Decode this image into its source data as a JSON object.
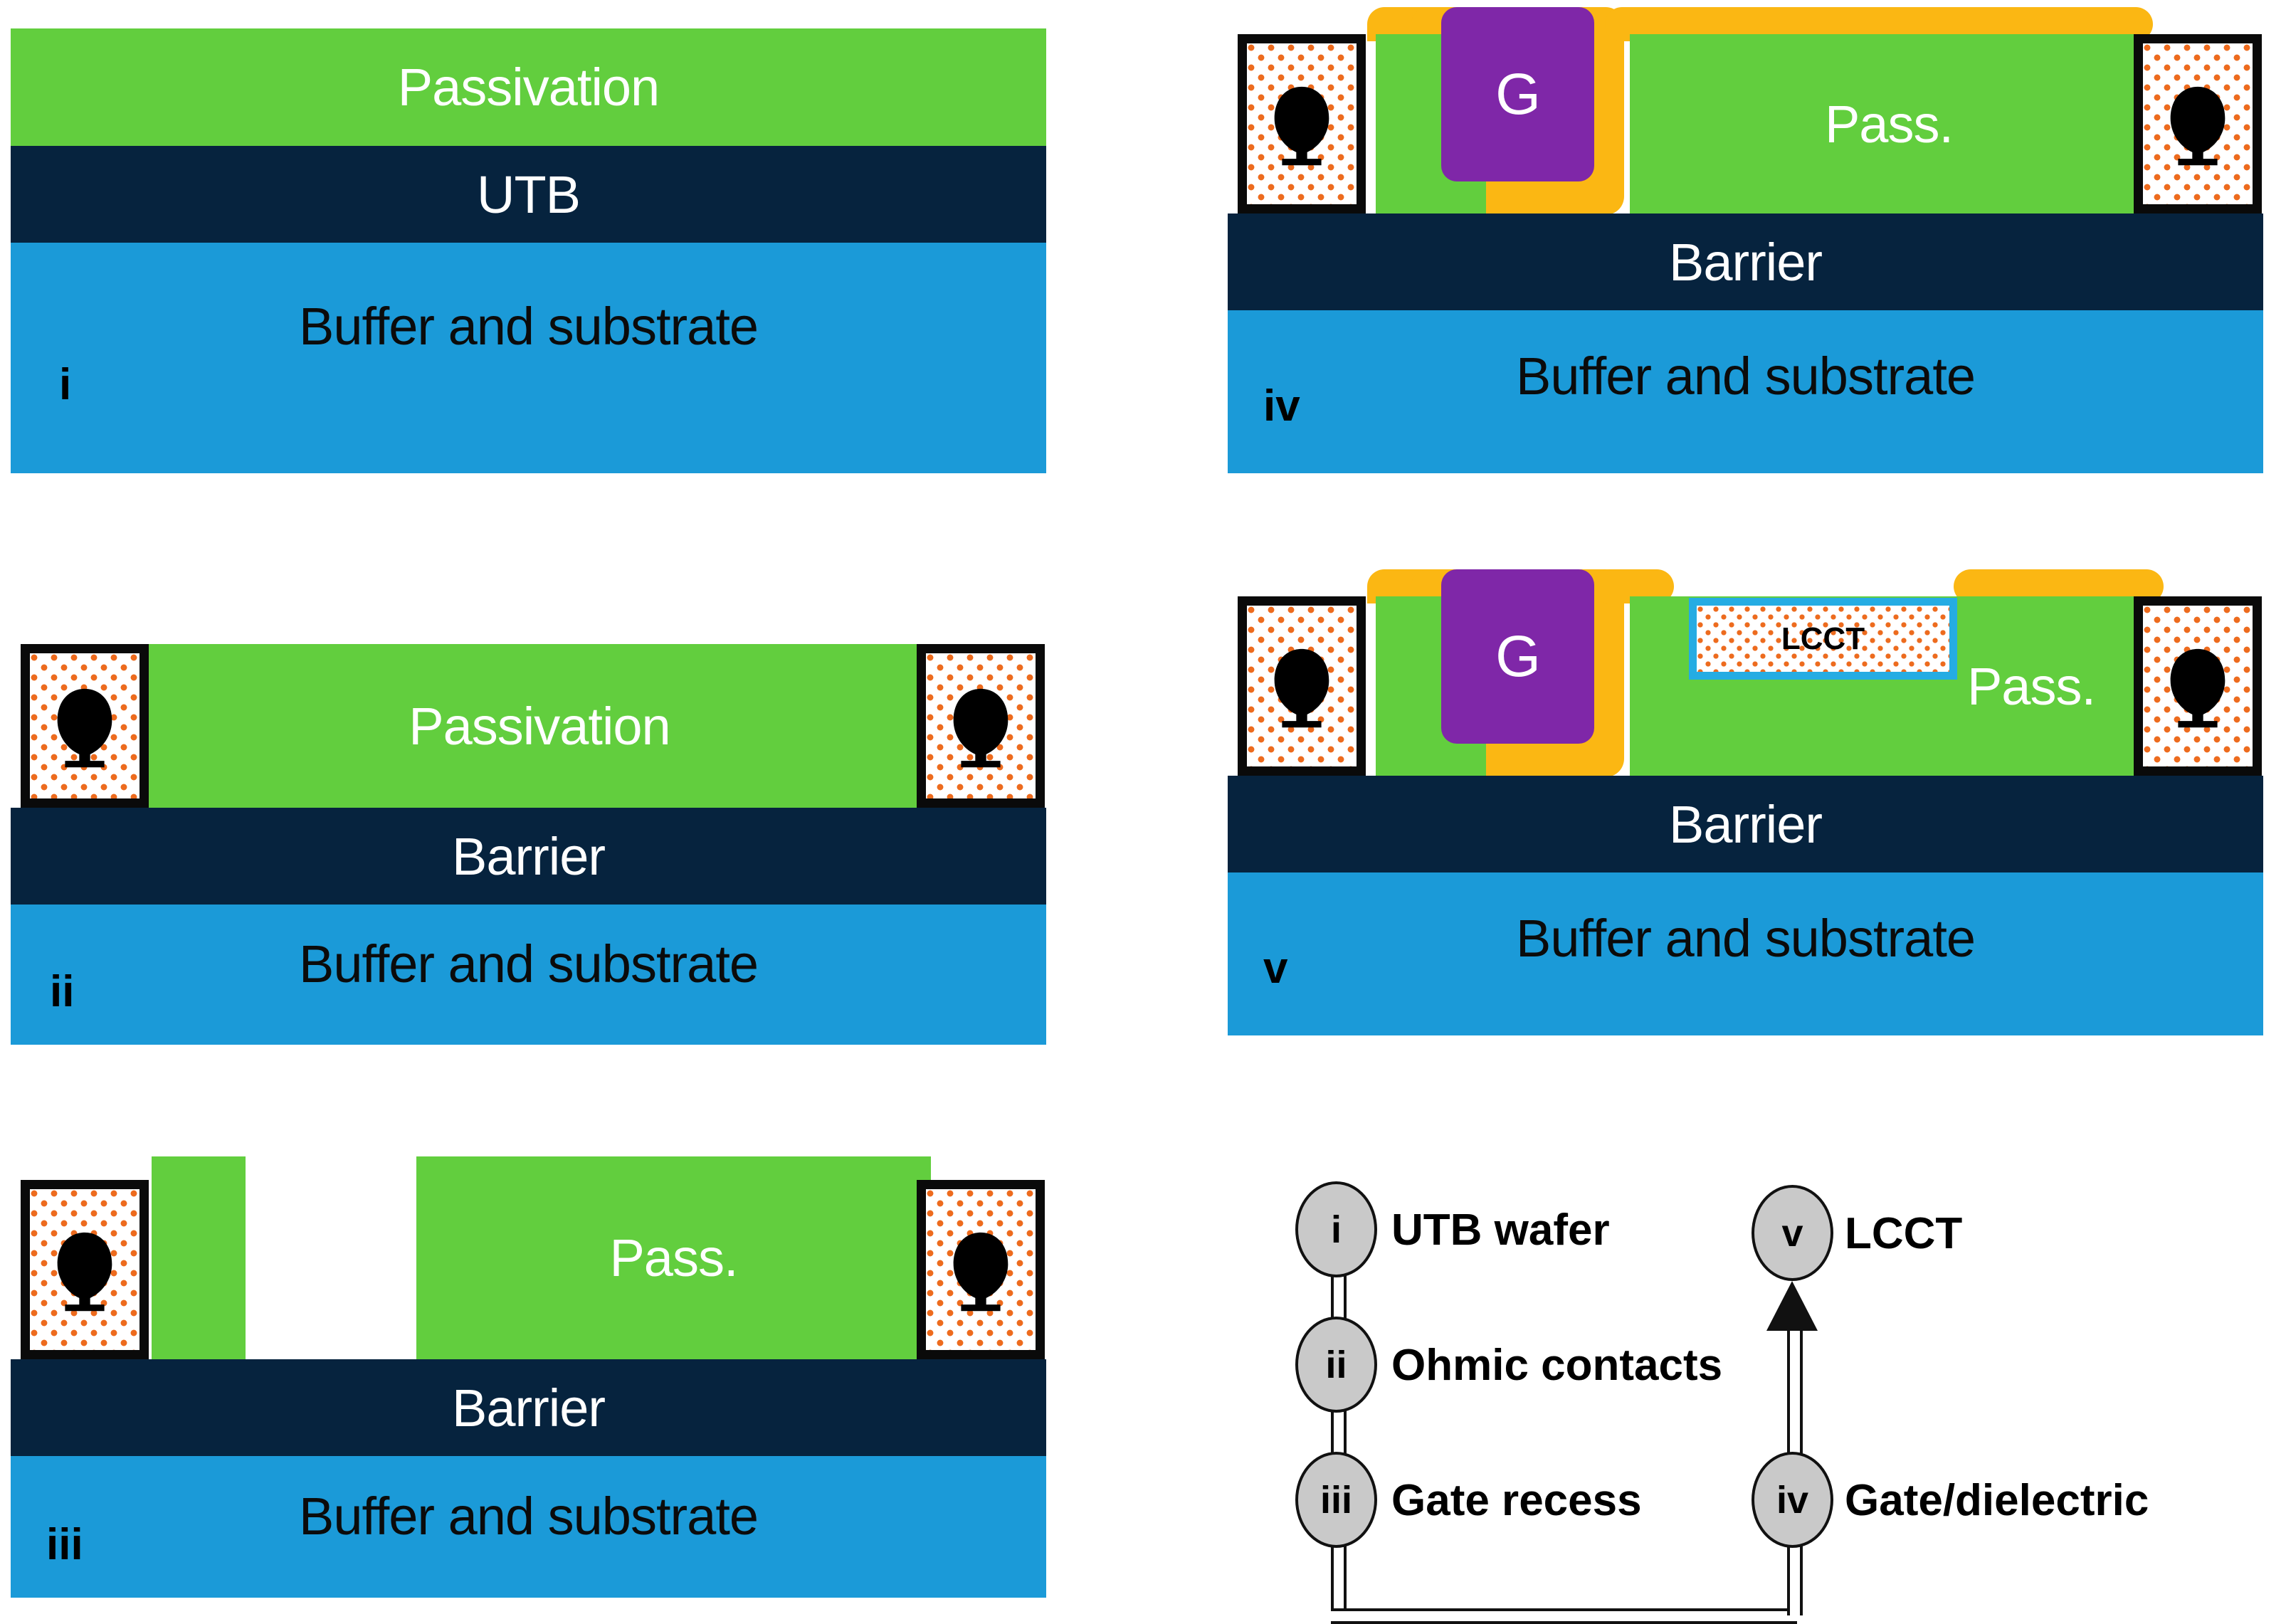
{
  "figure": {
    "kind": "process-flow-cross-sections",
    "colors": {
      "passivation_green": "#62CE3E",
      "barrier_navy": "#06233E",
      "substrate_blue": "#1B9AD8",
      "gate_purple": "#7F27A8",
      "dielectric_yellow": "#FBB713",
      "lcct_cyan": "#25ACE3",
      "ohmic_frame": "#0A0A0A",
      "ohmic_dot": "#ED6B1E",
      "node_fill": "#C9C9C9",
      "node_stroke": "#111111"
    }
  },
  "panels": [
    {
      "id": "i",
      "roman": "i",
      "layers": {
        "passivation": "Passivation",
        "middle": "UTB",
        "substrate": "Buffer and substrate"
      }
    },
    {
      "id": "ii",
      "roman": "ii",
      "layers": {
        "passivation": "Passivation",
        "middle": "Barrier",
        "substrate": "Buffer and substrate"
      },
      "ohmic_left": "Ω",
      "ohmic_right": "Ω"
    },
    {
      "id": "iii",
      "roman": "iii",
      "layers": {
        "passivation": "Pass.",
        "middle": "Barrier",
        "substrate": "Buffer and substrate"
      },
      "ohmic_left": "Ω",
      "ohmic_right": "Ω"
    },
    {
      "id": "iv",
      "roman": "iv",
      "layers": {
        "passivation": "Pass.",
        "middle": "Barrier",
        "substrate": "Buffer and substrate"
      },
      "gate": "G",
      "ohmic_left": "Ω",
      "ohmic_right": "Ω"
    },
    {
      "id": "v",
      "roman": "v",
      "layers": {
        "passivation": "Pass.",
        "middle": "Barrier",
        "substrate": "Buffer and substrate"
      },
      "gate": "G",
      "lcct": "LCCT",
      "ohmic_left": "Ω",
      "ohmic_right": "Ω"
    }
  ],
  "flowchart": {
    "nodes": [
      {
        "id": "i",
        "marker": "i",
        "label": "UTB wafer"
      },
      {
        "id": "ii",
        "marker": "ii",
        "label": "Ohmic contacts"
      },
      {
        "id": "iii",
        "marker": "iii",
        "label": "Gate recess"
      },
      {
        "id": "iv",
        "marker": "iv",
        "label": "Gate/dielectric"
      },
      {
        "id": "v",
        "marker": "v",
        "label": "LCCT"
      }
    ],
    "edges": [
      {
        "from": "i",
        "to": "ii",
        "arrow": false
      },
      {
        "from": "ii",
        "to": "iii",
        "arrow": false
      },
      {
        "from": "iii",
        "to": "iv",
        "arrow": false
      },
      {
        "from": "iv",
        "to": "v",
        "arrow": true
      }
    ]
  }
}
